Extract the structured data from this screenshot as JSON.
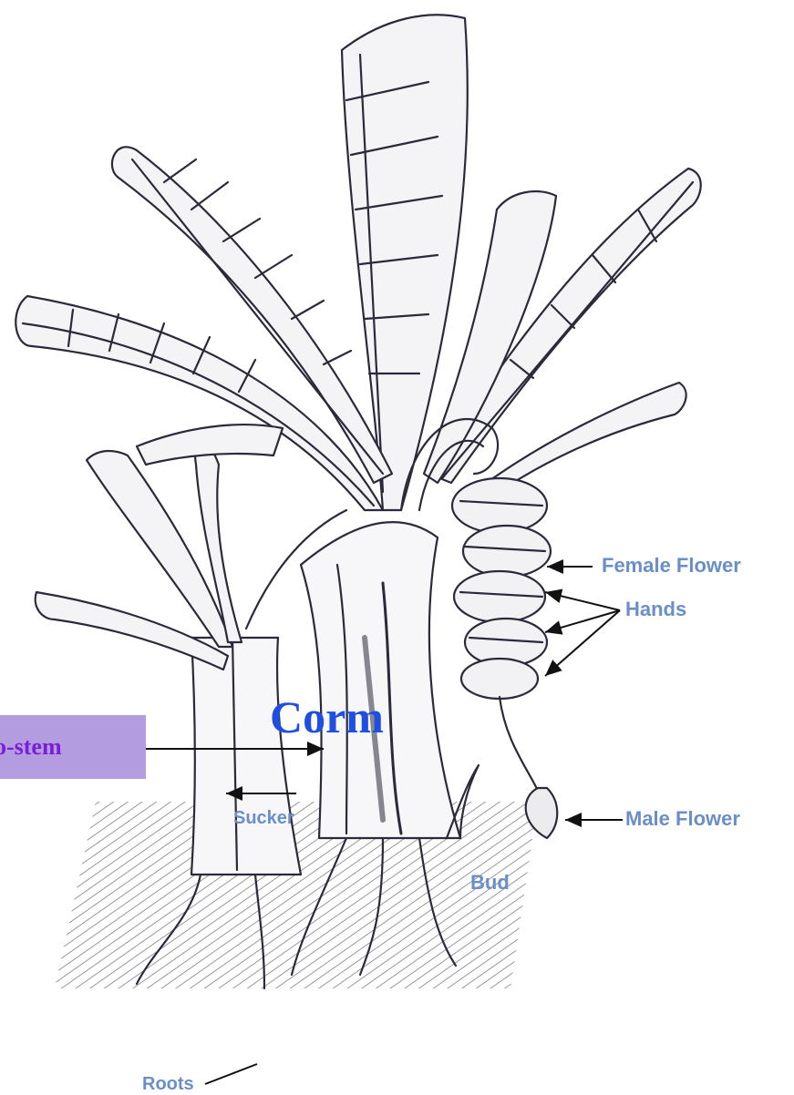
{
  "labels": {
    "female_flower": "Female Flower",
    "hands": "Hands",
    "pseudo_stem": "o-stem",
    "sucker": "Sucker",
    "male_flower": "Male Flower",
    "bud": "Bud",
    "corm": "Corm",
    "roots": "Roots"
  },
  "colors": {
    "label_text": "#6a8fc8",
    "line_art": "#2a2a3a",
    "pseudo_stem_box": "#b49ce0",
    "pseudo_stem_text": "#7a1fd6",
    "corm_text": "#1f4fe0"
  }
}
